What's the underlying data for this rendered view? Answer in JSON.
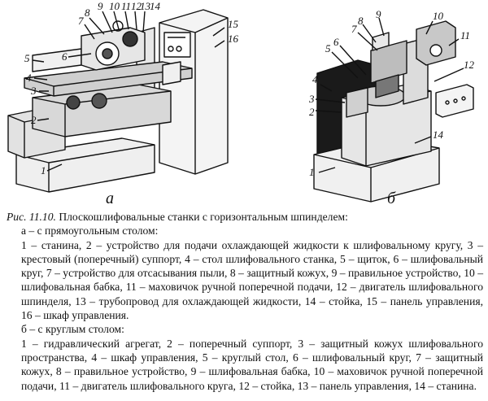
{
  "figure": {
    "left_numbers": [
      "1",
      "2",
      "3",
      "4",
      "5",
      "6",
      "7",
      "8",
      "9",
      "10",
      "11",
      "12",
      "13",
      "14",
      "15",
      "16"
    ],
    "right_numbers": [
      "1",
      "2",
      "3",
      "4",
      "5",
      "6",
      "7",
      "8",
      "9",
      "10",
      "11",
      "12",
      "14"
    ],
    "left_sublabel": "а",
    "right_sublabel": "б"
  },
  "caption": {
    "figure_label": "Рис. 11.10.",
    "title": "Плоскошлифовальные станки с горизонтальным шпинделем:",
    "part_a_heading": "а – с прямоугольным столом:",
    "part_a_text": "1 – станина, 2 – устройство для подачи охлаждающей жидкости к шлифовальному кругу, 3 – крестовый (поперечный) суппорт, 4 – стол шлифовального станка, 5 – щиток, 6 – шлифовальный круг, 7 – устройство для отсасывания пыли, 8 – защитный кожух, 9 – правильное устройство, 10 – шлифовальная бабка, 11 – маховичок ручной поперечной подачи, 12 – двигатель шлифовального шпинделя, 13 – трубопровод для охлаждающей жидкости, 14 – стойка, 15 – панель управления, 16 – шкаф управления.",
    "part_b_heading": "б – с круглым столом:",
    "part_b_text": "1 – гидравлический агрегат, 2 – поперечный суппорт, 3 – защитный кожух шлифовального пространства, 4 – шкаф управления, 5 – круглый стол, 6 – шлифовальный круг, 7 – защитный кожух, 8 – правильное устройство, 9 – шлифовальная бабка, 10 – маховичок ручной поперечной подачи, 11 – двигатель шлифовального круга, 12 – стойка, 13 – панель управления, 14 – станина."
  }
}
